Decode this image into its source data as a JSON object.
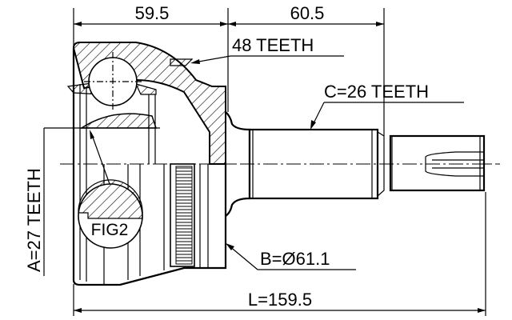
{
  "dimensions": {
    "top_left": "59.5",
    "top_right": "60.5",
    "overall_length": "L=159.5"
  },
  "callouts": {
    "outer_teeth": "48 TEETH",
    "shaft_teeth": "C=26 TEETH",
    "inner_teeth": "A=27 TEETH",
    "abs_diameter": "B=Ø61.1",
    "detail": "FIG2"
  },
  "colors": {
    "line": "#000000",
    "background": "#ffffff"
  }
}
